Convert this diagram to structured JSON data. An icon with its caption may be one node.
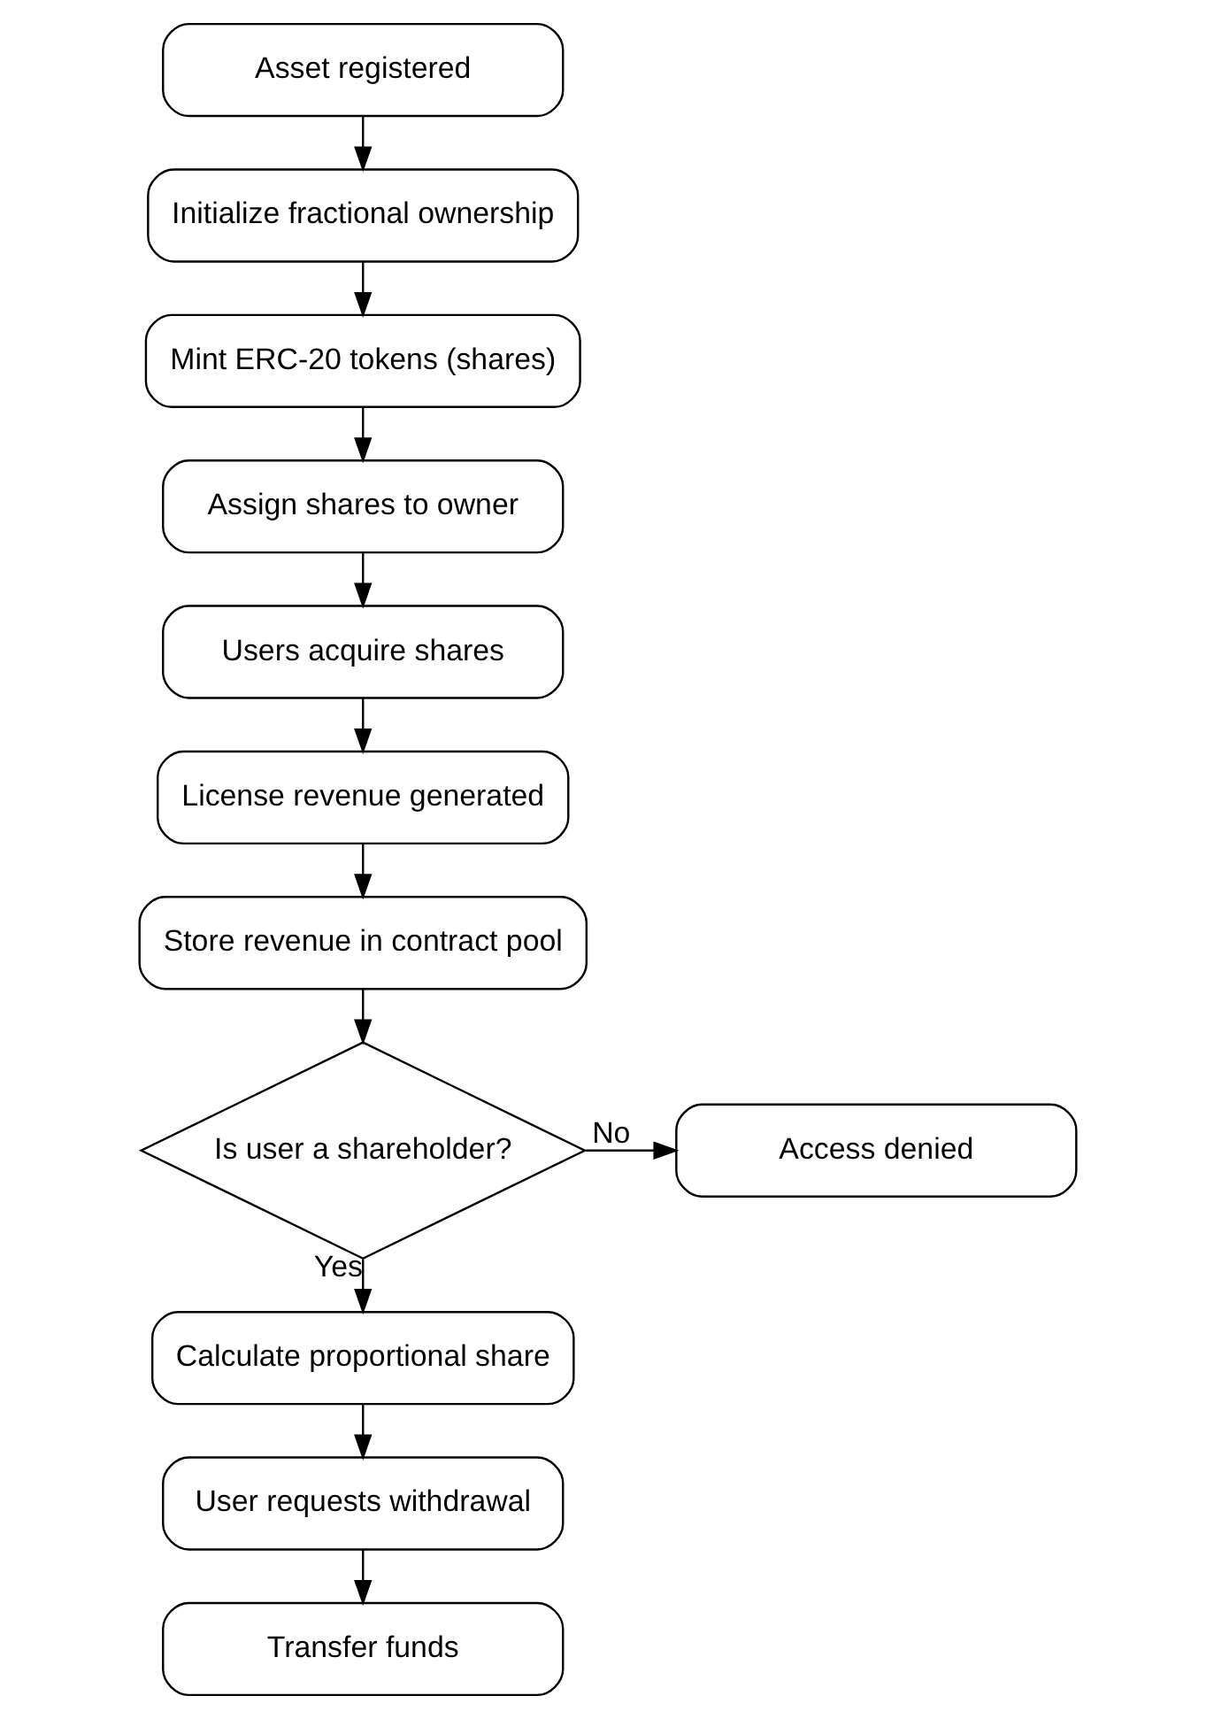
{
  "diagram": {
    "nodes": [
      {
        "text": [
          "Asset registered"
        ]
      },
      {
        "text": [
          "Initialize fractional ownership"
        ]
      },
      {
        "text": [
          "Mint ERC-20 tokens (shares)"
        ]
      },
      {
        "text": [
          "Assign shares to owner"
        ]
      },
      {
        "text": [
          "Users acquire shares"
        ]
      },
      {
        "text": [
          "License revenue generated"
        ]
      },
      {
        "text": [
          "Store revenue in contract pool"
        ]
      },
      {
        "text": [
          "Is user a shareholder?"
        ]
      },
      {
        "text": [
          "Access denied"
        ]
      },
      {
        "text": [
          "Calculate proportional share"
        ]
      },
      {
        "text": [
          "User requests withdrawal"
        ]
      },
      {
        "text": [
          "Transfer funds"
        ]
      }
    ],
    "edges": [
      {
        "from": 0,
        "to": 1,
        "arrow": "to"
      },
      {
        "from": 1,
        "to": 2,
        "arrow": "to"
      },
      {
        "from": 2,
        "to": 3,
        "arrow": "to"
      },
      {
        "from": 3,
        "to": 4,
        "arrow": "to"
      },
      {
        "from": 4,
        "to": 5,
        "arrow": "to"
      },
      {
        "from": 5,
        "to": 6,
        "arrow": "to"
      },
      {
        "from": 6,
        "to": 7,
        "arrow": "to"
      },
      {
        "from": 7,
        "to": 8,
        "arrow": "to",
        "label": "No"
      },
      {
        "from": 7,
        "to": 9,
        "arrow": "to",
        "label": "Yes"
      },
      {
        "from": 9,
        "to": 10,
        "arrow": "to"
      },
      {
        "from": 10,
        "to": 11,
        "arrow": "to"
      }
    ]
  }
}
